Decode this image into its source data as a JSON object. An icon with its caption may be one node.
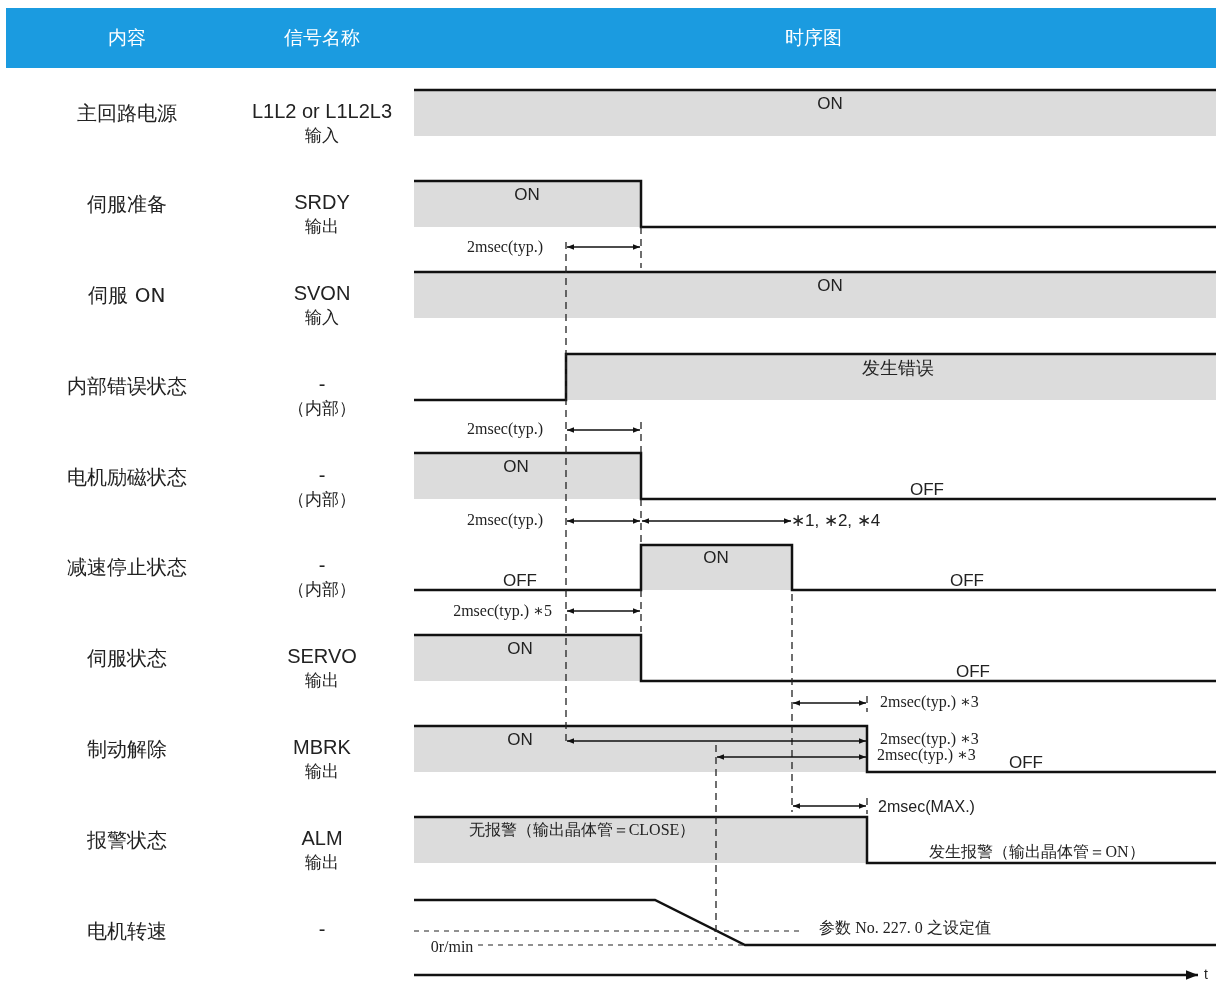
{
  "diagram": {
    "nodes": [
      {
        "text": [
          "内容",
          "信号名称",
          "时序图"
        ]
      }
    ],
    "labels": [
      "主回路电源",
      "L1L2 or L1L2L3",
      "输入",
      "ON",
      "伺服准备",
      "SRDY",
      "输出",
      "ON",
      "2msec(typ.)",
      "伺服 ON",
      "SVON",
      "输入",
      "ON",
      "内部错误状态",
      "-",
      "（内部）",
      "发生错误",
      "2msec(typ.)",
      "电机励磁状态",
      "-",
      "（内部）",
      "ON",
      "OFF",
      "2msec(typ.)",
      "∗1, ∗2, ∗4",
      "减速停止状态",
      "-",
      "（内部）",
      "ON",
      "OFF",
      "OFF",
      "2msec(typ.) ∗5",
      "伺服状态",
      "SERVO",
      "输出",
      "ON",
      "OFF",
      "2msec(typ.) ∗3",
      "制动解除",
      "MBRK",
      "输出",
      "ON",
      "2msec(typ.) ∗3",
      "2msec(typ.) ∗3",
      "OFF",
      "2msec(MAX.)",
      "报警状态",
      "ALM",
      "输出",
      "无报警（输出晶体管＝CLOSE）",
      "发生报警（输出晶体管＝ON）",
      "电机转速",
      "-",
      "参数 No. 227. 0 之设定值",
      "0r/min",
      "t"
    ]
  }
}
